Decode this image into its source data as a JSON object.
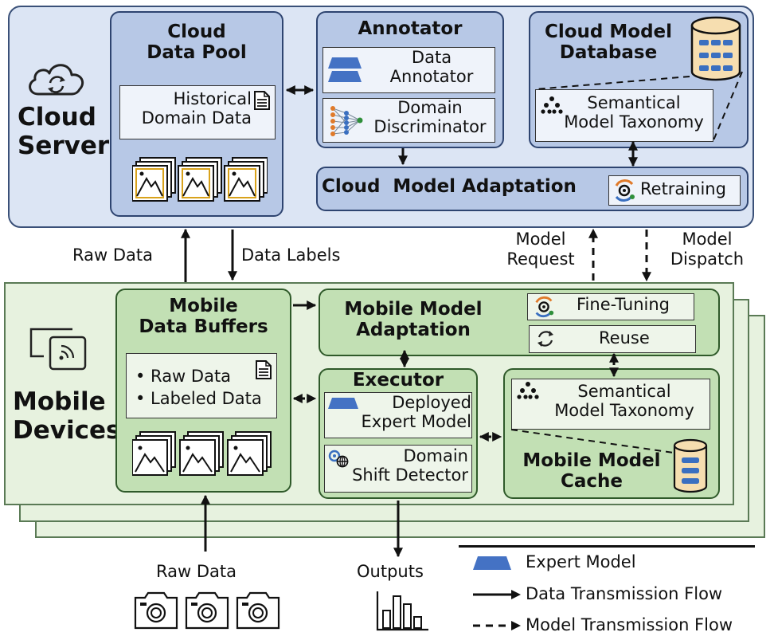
{
  "cloud": {
    "server_label": "Cloud\nServer",
    "data_pool": {
      "title": "Cloud\nData Pool",
      "historical": "Historical\nDomain Data"
    },
    "annotator": {
      "title": "Annotator",
      "data_annotator": "Data\nAnnotator",
      "domain_discriminator": "Domain\nDiscriminator"
    },
    "model_db": {
      "title": "Cloud Model\nDatabase",
      "taxonomy": "Semantical\nModel Taxonomy"
    },
    "adaptation": {
      "title": "Cloud  Model Adaptation",
      "retraining": "Retraining"
    }
  },
  "flows": {
    "raw_data_up": "Raw Data",
    "data_labels": "Data Labels",
    "model_request": "Model\nRequest",
    "model_dispatch": "Model\nDispatch"
  },
  "mobile": {
    "devices_label": "Mobile\nDevices",
    "buffers": {
      "title": "Mobile\nData Buffers",
      "items": [
        "• Raw Data",
        "• Labeled Data"
      ]
    },
    "adaptation": {
      "title": "Mobile Model\nAdaptation",
      "fine_tuning": "Fine-Tuning",
      "reuse": "Reuse"
    },
    "executor": {
      "title": "Executor",
      "deployed": "Deployed\nExpert Model",
      "shift": "Domain\nShift Detector"
    },
    "cache": {
      "title": "Mobile Model\nCache",
      "taxonomy": "Semantical\nModel Taxonomy"
    }
  },
  "bottom": {
    "raw_data": "Raw Data",
    "outputs": "Outputs"
  },
  "legend": {
    "expert_model": "Expert Model",
    "data_flow": "Data Transmission Flow",
    "model_flow": "Model Transmission Flow"
  },
  "colors": {
    "expert_blue": "#4472c4",
    "cloud_bg": "#dce5f4",
    "mobile_bg": "#e7f2df"
  }
}
